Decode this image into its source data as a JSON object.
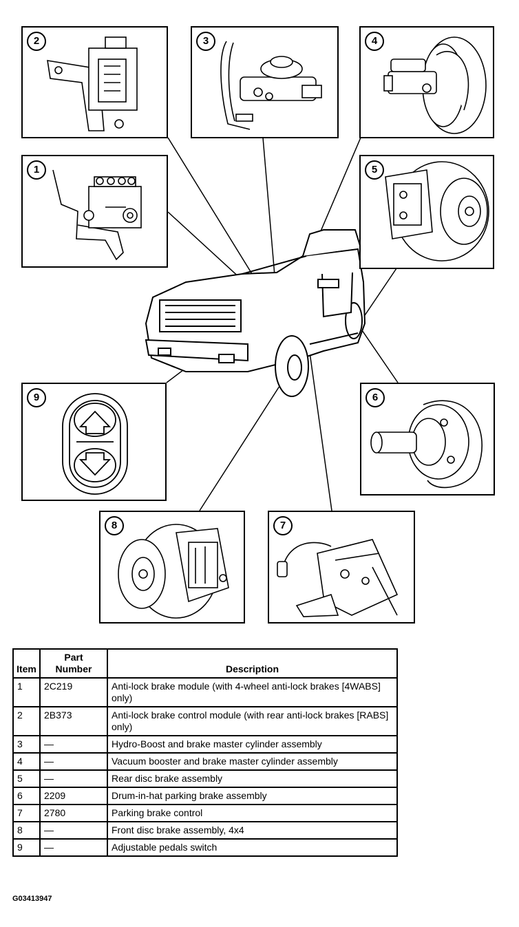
{
  "diagram": {
    "callouts": [
      "1",
      "2",
      "3",
      "4",
      "5",
      "6",
      "7",
      "8",
      "9"
    ]
  },
  "table": {
    "headers": {
      "item": "Item",
      "part_line1": "Part",
      "part_line2": "Number",
      "description": "Description"
    },
    "rows": [
      {
        "item": "1",
        "part": "2C219",
        "description": "Anti-lock brake module (with 4-wheel anti-lock brakes [4WABS] only)"
      },
      {
        "item": "2",
        "part": "2B373",
        "description": "Anti-lock brake control module (with rear anti-lock brakes [RABS] only)"
      },
      {
        "item": "3",
        "part": "—",
        "description": "Hydro-Boost and brake master cylinder assembly"
      },
      {
        "item": "4",
        "part": "—",
        "description": "Vacuum booster and brake master cylinder assembly"
      },
      {
        "item": "5",
        "part": "—",
        "description": "Rear disc brake assembly"
      },
      {
        "item": "6",
        "part": "2209",
        "description": "Drum-in-hat parking brake assembly"
      },
      {
        "item": "7",
        "part": "2780",
        "description": "Parking brake control"
      },
      {
        "item": "8",
        "part": "—",
        "description": "Front disc brake assembly, 4x4"
      },
      {
        "item": "9",
        "part": "—",
        "description": "Adjustable pedals switch"
      }
    ]
  },
  "figure_id": "G03413947"
}
